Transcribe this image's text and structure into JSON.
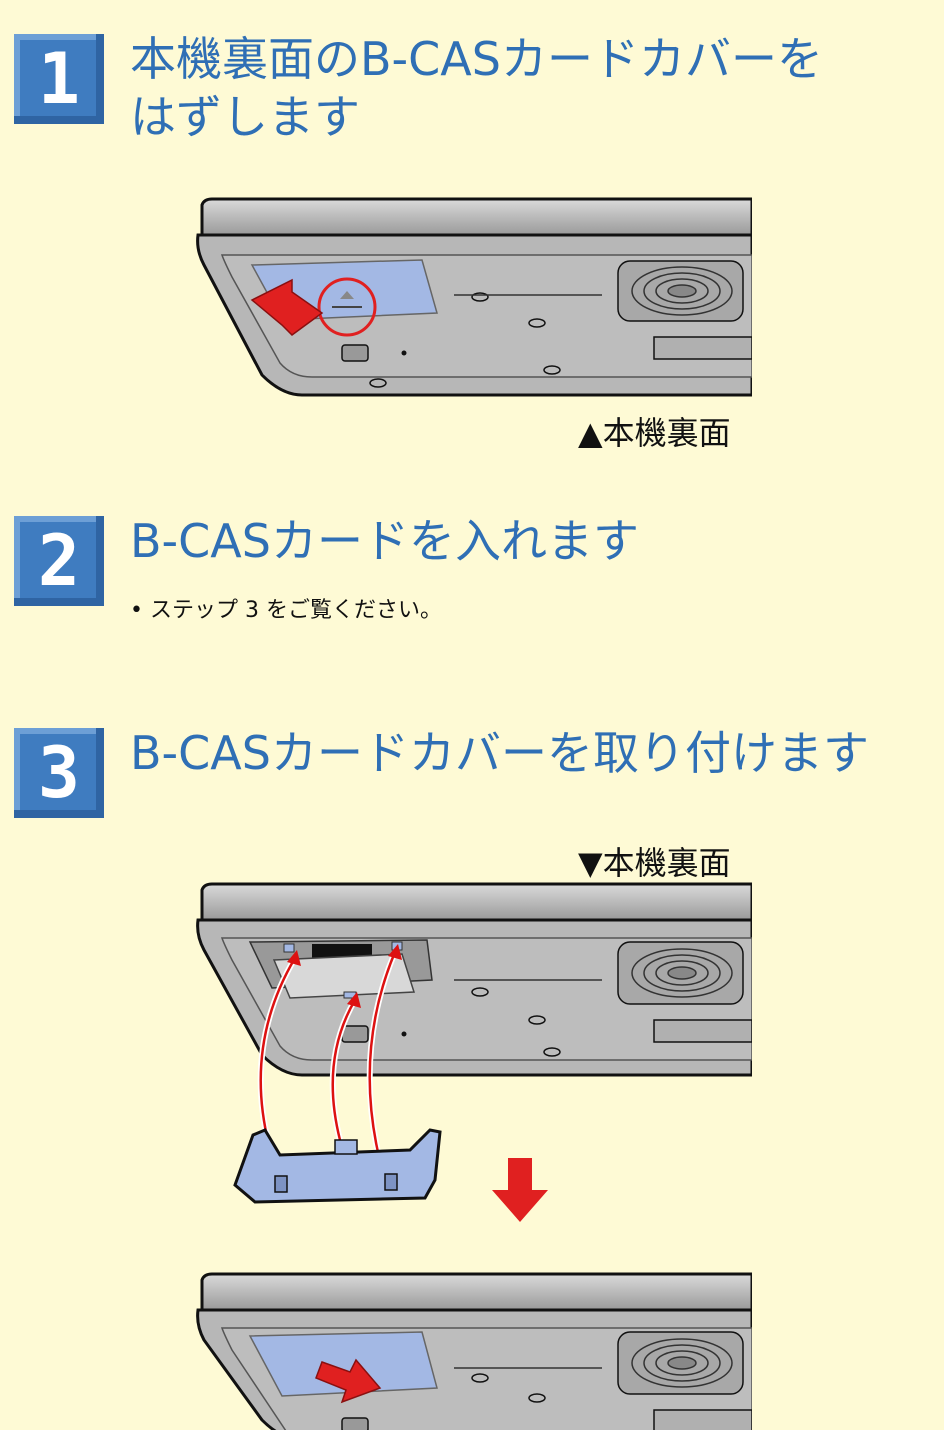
{
  "step1": {
    "number": "1",
    "title": "本機裏面のB-CASカードカバーを\nはずします",
    "caption": "▲本機裏面"
  },
  "step2": {
    "number": "2",
    "title": "B-CASカードを入れます",
    "note": "• ステップ 3 をご覧ください。"
  },
  "step3": {
    "number": "3",
    "title": "B-CASカードカバーを取り付けます",
    "caption": "▼本機裏面"
  },
  "colors": {
    "background": "#fefad5",
    "badge": "#3f7cc0",
    "title": "#2f6fb5",
    "arrow": "#e02020",
    "cover": "#a3b8e4"
  }
}
